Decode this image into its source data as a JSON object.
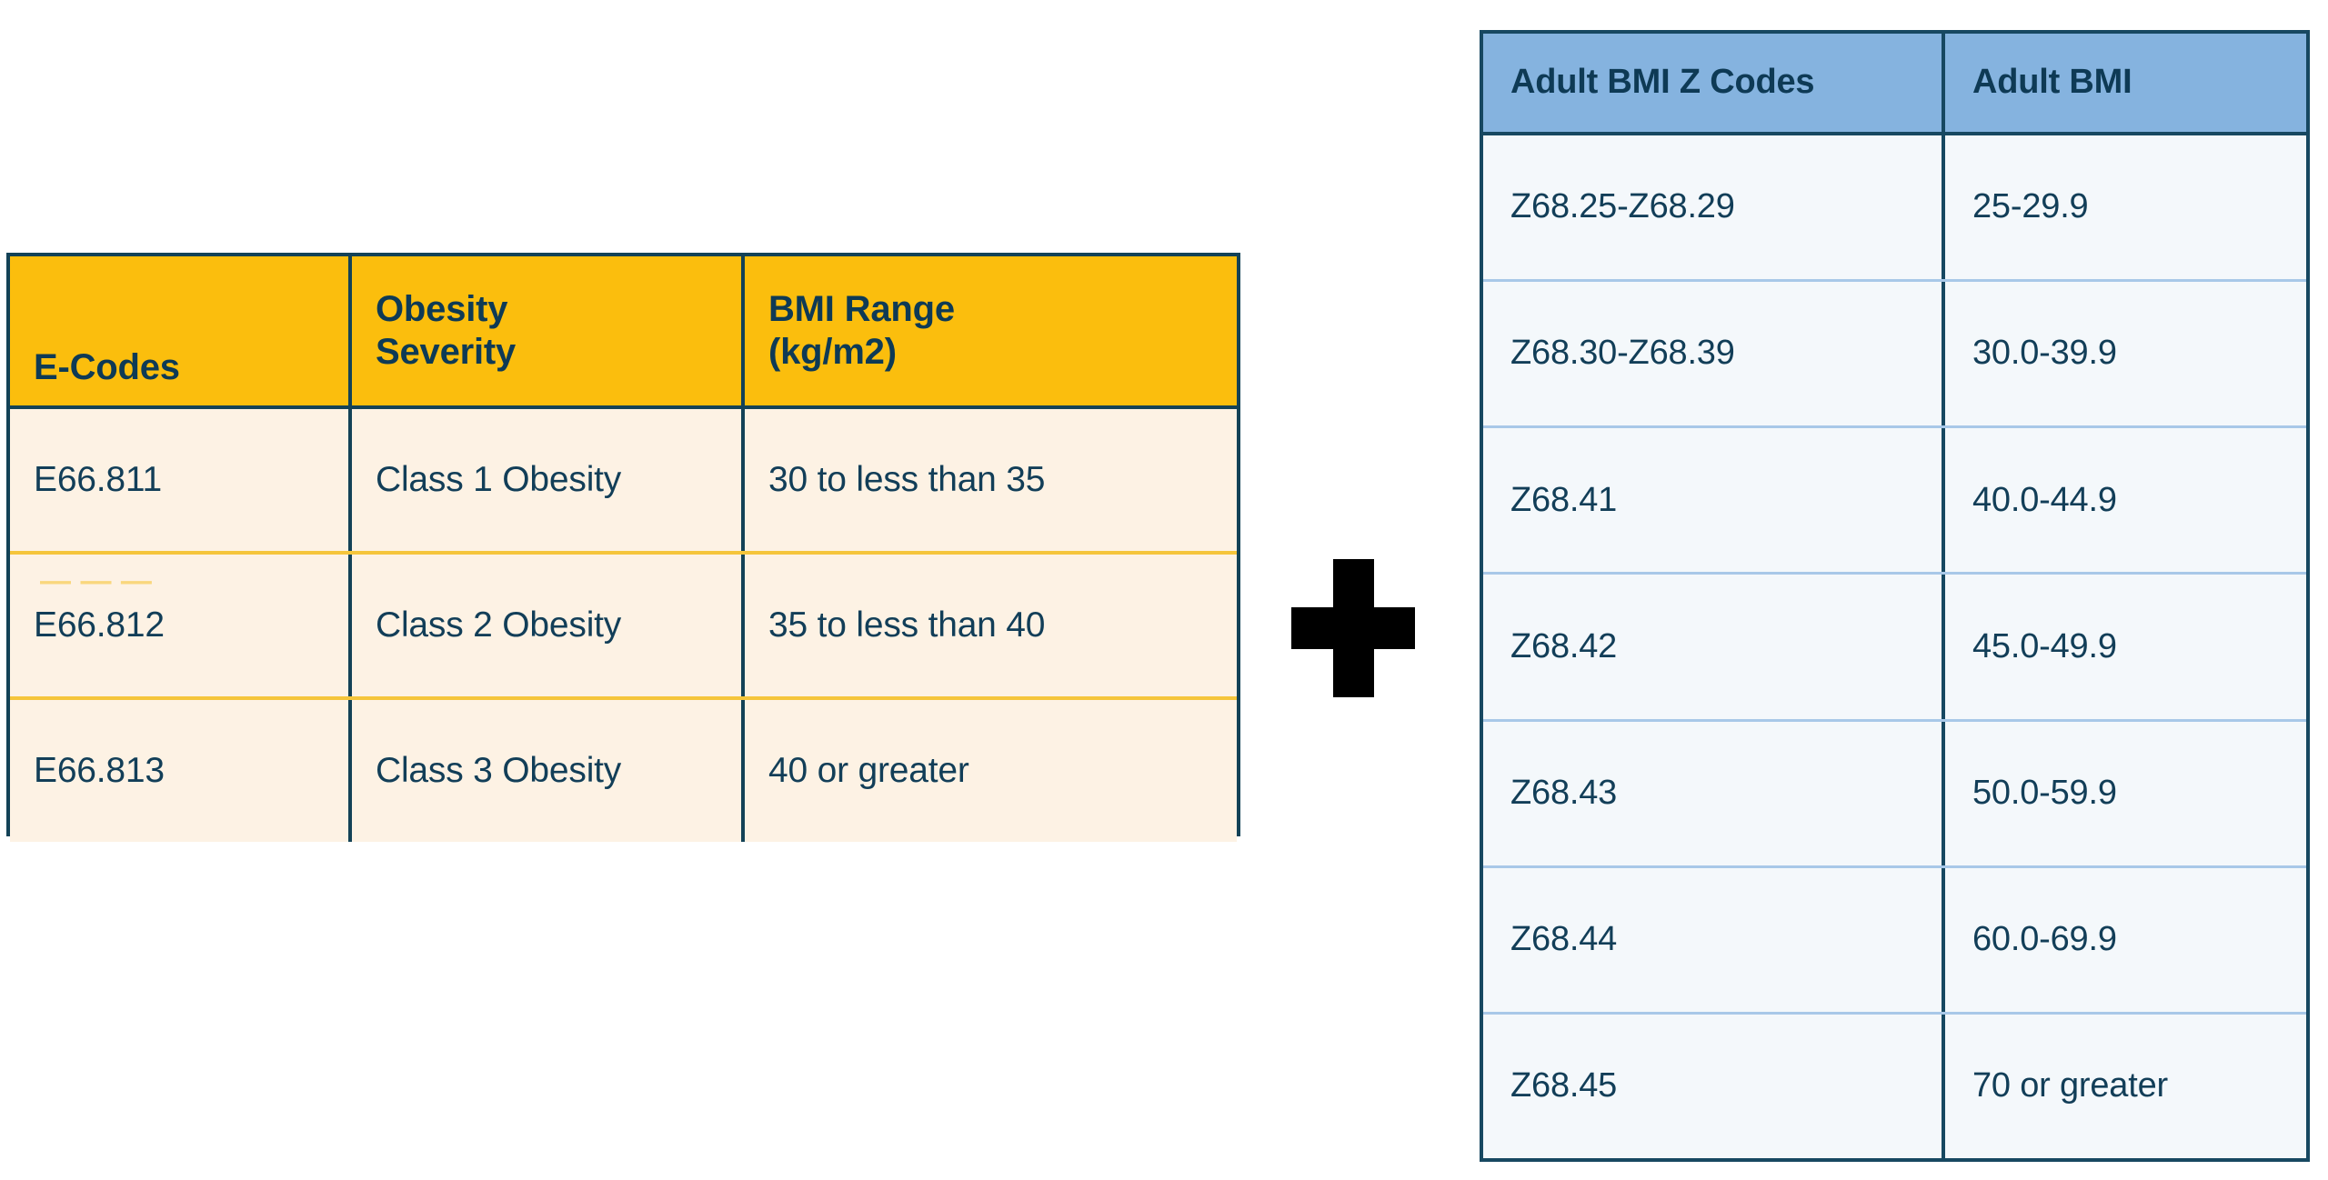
{
  "ecode_table": {
    "accent_header_bg": "#FBBE0D",
    "body_bg": "#FDF2E4",
    "text_color": "#0E3A55",
    "border_color": "#134257",
    "row_separator_color": "#F5C53B",
    "ghost_text": "— — —",
    "headers": [
      "E-Codes",
      "Obesity\nSeverity",
      "BMI Range\n(kg/m2)"
    ],
    "rows": [
      {
        "code": "E66.811",
        "severity": "Class 1 Obesity",
        "bmi_range": "30 to less than 35"
      },
      {
        "code": "E66.812",
        "severity": "Class 2 Obesity",
        "bmi_range": "35 to less than 40"
      },
      {
        "code": "E66.813",
        "severity": "Class 3 Obesity",
        "bmi_range": "40 or greater"
      }
    ]
  },
  "operator": {
    "symbol": "plus",
    "color": "#000000"
  },
  "zcode_table": {
    "header_bg": "#85B3DF",
    "body_bg": "#F4F8FB",
    "text_color": "#0E3A55",
    "border_color": "#174861",
    "row_separator_color": "#A8C8E8",
    "headers": [
      "Adult BMI Z Codes",
      "Adult BMI"
    ],
    "rows": [
      {
        "code": "Z68.25-Z68.29",
        "bmi": "25-29.9"
      },
      {
        "code": "Z68.30-Z68.39",
        "bmi": "30.0-39.9"
      },
      {
        "code": "Z68.41",
        "bmi": "40.0-44.9"
      },
      {
        "code": "Z68.42",
        "bmi": "45.0-49.9"
      },
      {
        "code": "Z68.43",
        "bmi": "50.0-59.9"
      },
      {
        "code": "Z68.44",
        "bmi": "60.0-69.9"
      },
      {
        "code": "Z68.45",
        "bmi": "70 or greater"
      }
    ]
  }
}
